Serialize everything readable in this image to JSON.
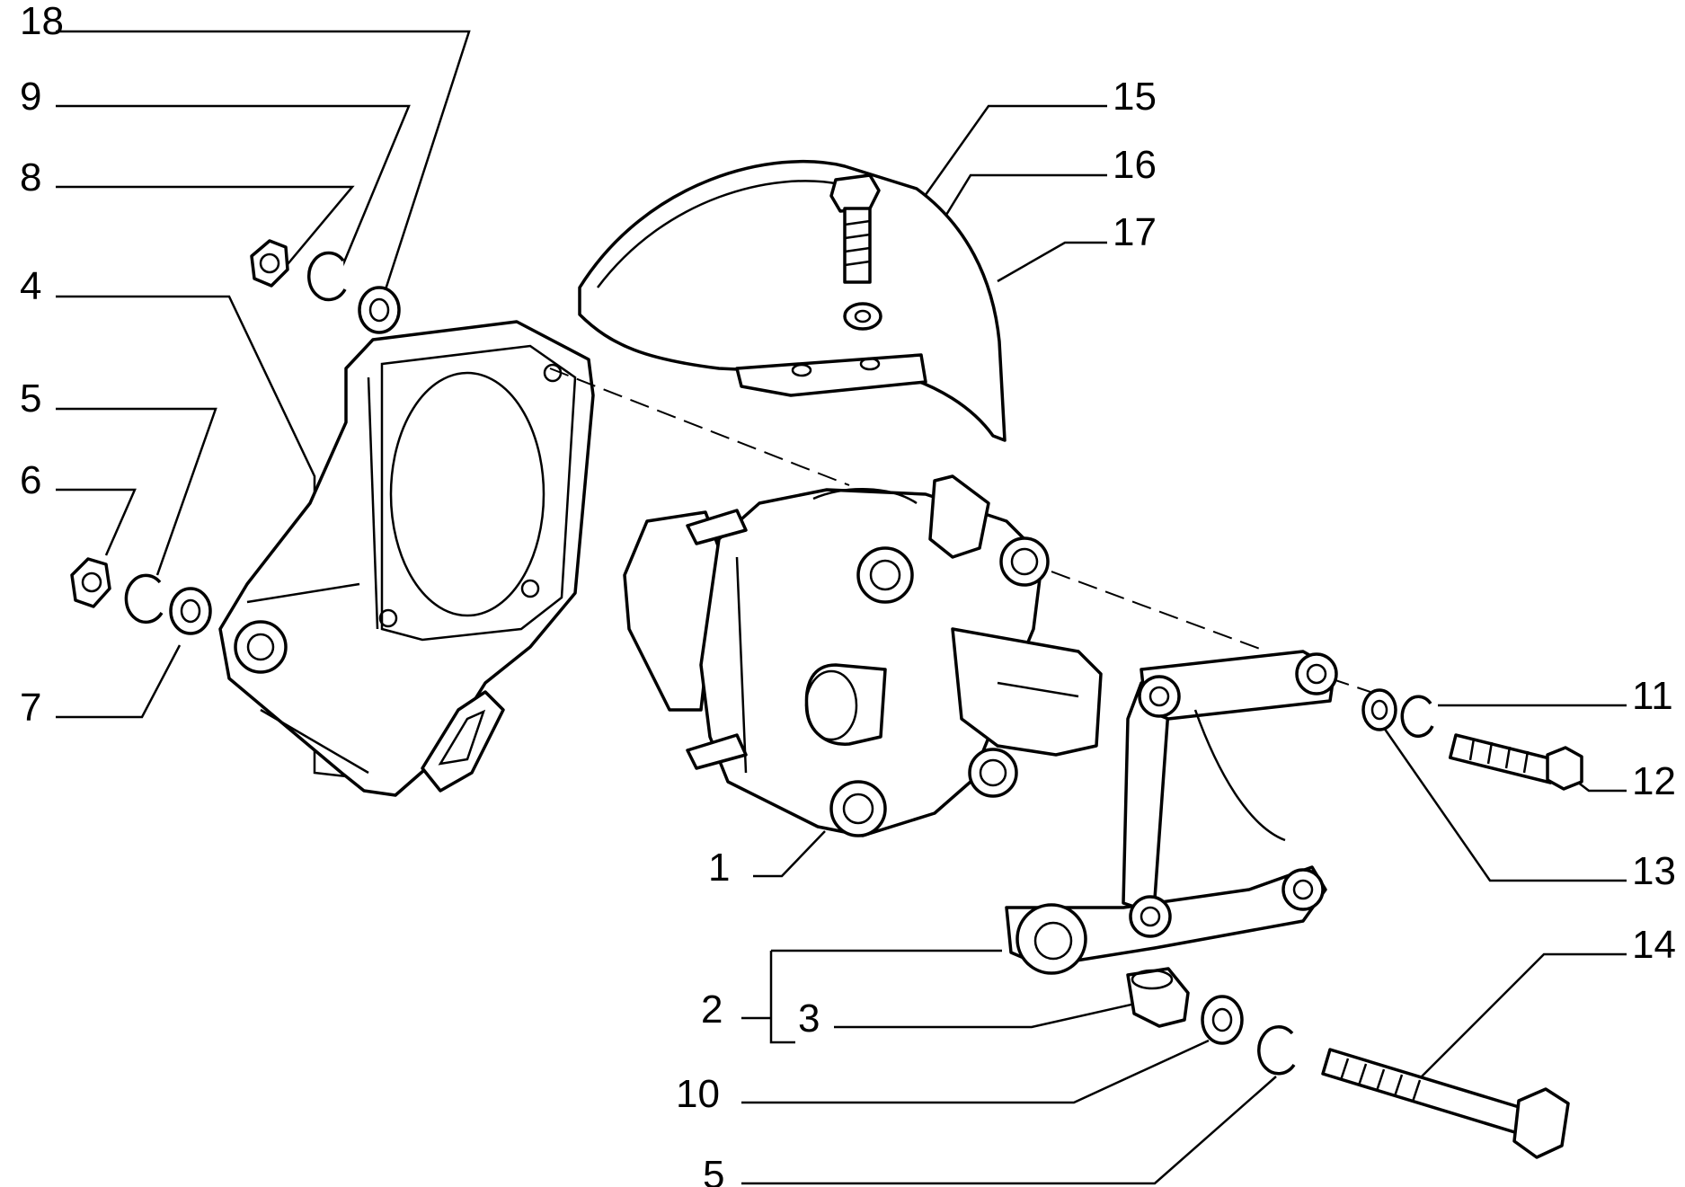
{
  "callouts": [
    {
      "id": "c18",
      "text": "18"
    },
    {
      "id": "c9",
      "text": "9"
    },
    {
      "id": "c8",
      "text": "8"
    },
    {
      "id": "c4",
      "text": "4"
    },
    {
      "id": "c5a",
      "text": "5"
    },
    {
      "id": "c6",
      "text": "6"
    },
    {
      "id": "c7",
      "text": "7"
    },
    {
      "id": "c15",
      "text": "15"
    },
    {
      "id": "c16",
      "text": "16"
    },
    {
      "id": "c17",
      "text": "17"
    },
    {
      "id": "c11",
      "text": "11"
    },
    {
      "id": "c12",
      "text": "12"
    },
    {
      "id": "c13",
      "text": "13"
    },
    {
      "id": "c1",
      "text": "1"
    },
    {
      "id": "c14",
      "text": "14"
    },
    {
      "id": "c2",
      "text": "2"
    },
    {
      "id": "c3",
      "text": "3"
    },
    {
      "id": "c10",
      "text": "10"
    },
    {
      "id": "c5b",
      "text": "5"
    }
  ]
}
